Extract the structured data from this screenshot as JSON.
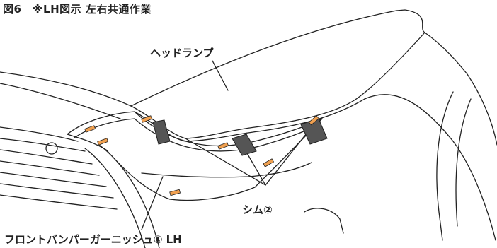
{
  "figure": {
    "title": "図6　※LH図示  左右共通作業"
  },
  "callouts": {
    "headlamp": "ヘッドランプ",
    "shim": "シム②",
    "garnish": "フロントバンパーガーニッシュ① LH"
  },
  "colors": {
    "line": "#222222",
    "shim": "#555555",
    "tape": "#f0a050"
  }
}
